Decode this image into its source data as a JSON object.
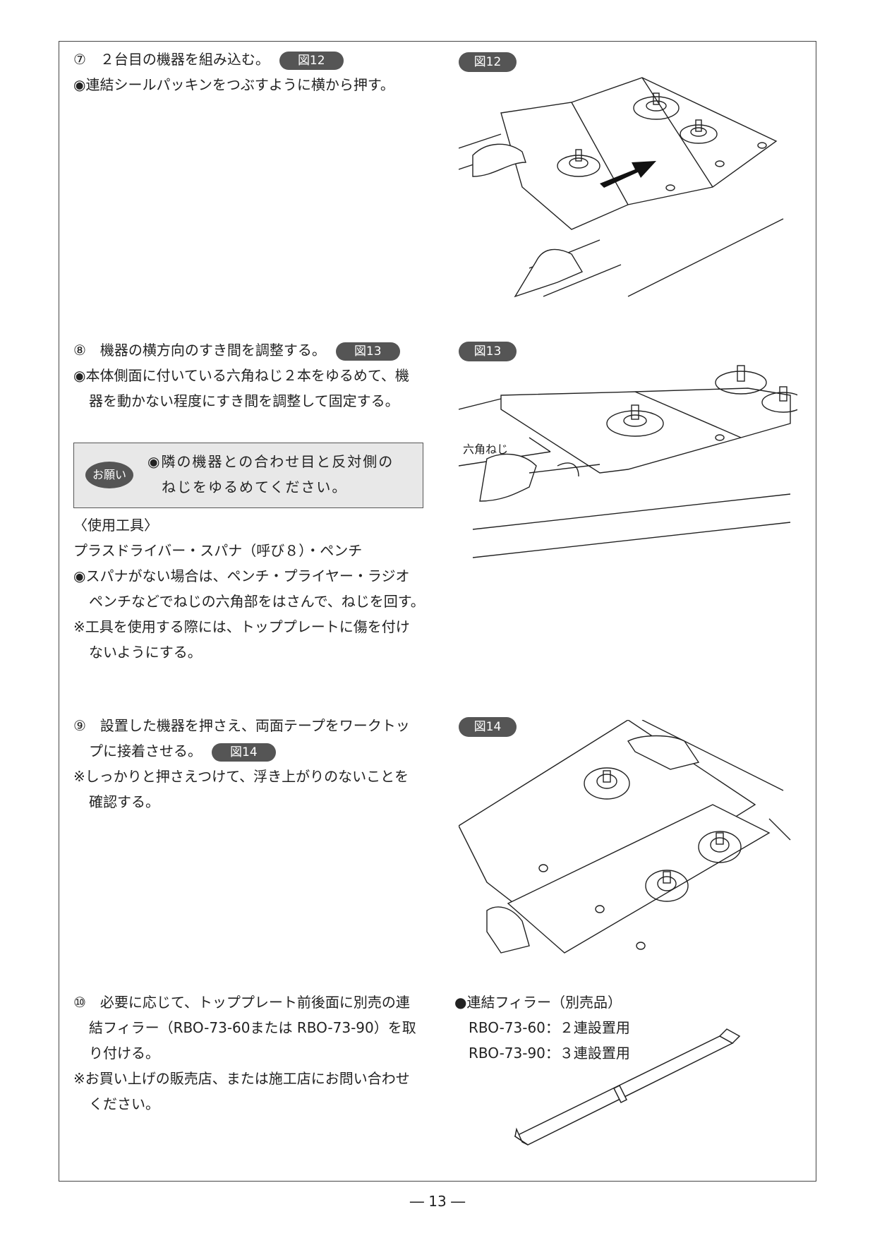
{
  "step7": {
    "heading": "⑦　２台目の機器を組み込む。",
    "badge": "図12",
    "bullets": [
      "◉連結シールパッキンをつぶすように横から押す。"
    ]
  },
  "step8": {
    "heading": "⑧　機器の横方向のすき間を調整する。",
    "badge": "図13",
    "bullets": [
      "◉本体側面に付いている六角ねじ２本をゆるめて、機",
      "器を動かない程度にすき間を調整して固定する。"
    ]
  },
  "note": {
    "label": "お願い",
    "lines": [
      "◉隣の機器との合わせ目と反対側の",
      "ねじをゆるめてください。"
    ]
  },
  "tools": {
    "heading": "〈使用工具〉",
    "line": "プラスドライバー・スパナ（呼び８）・ペンチ",
    "bullets": [
      "◉スパナがない場合は、ペンチ・プライヤー・ラジオ",
      "ペンチなどでねじの六角部をはさんで、ねじを回す。"
    ],
    "notes": [
      "※工具を使用する際には、トッププレートに傷を付け",
      "ないようにする。"
    ]
  },
  "step9": {
    "heading": "⑨　設置した機器を押さえ、両面テープをワークトッ",
    "heading2": "プに接着させる。",
    "badge": "図14",
    "notes": [
      "※しっかりと押さえつけて、浮き上がりのないことを",
      "確認する。"
    ]
  },
  "step10": {
    "lines": [
      "⑩　必要に応じて、トッププレート前後面に別売の連",
      "結フィラー（RBO-73-60または RBO-73-90）を取",
      "り付ける。"
    ],
    "notes": [
      "※お買い上げの販売店、または施工店にお問い合わせ",
      "ください。"
    ]
  },
  "filler": {
    "heading": "●連結フィラー（別売品）",
    "items": [
      "RBO-73-60：２連設置用",
      "RBO-73-90：３連設置用"
    ]
  },
  "figures": {
    "fig12": "図12",
    "fig13": "図13",
    "fig13_label": "六角ねじ",
    "fig14": "図14"
  },
  "page_number": "― 13 ―"
}
